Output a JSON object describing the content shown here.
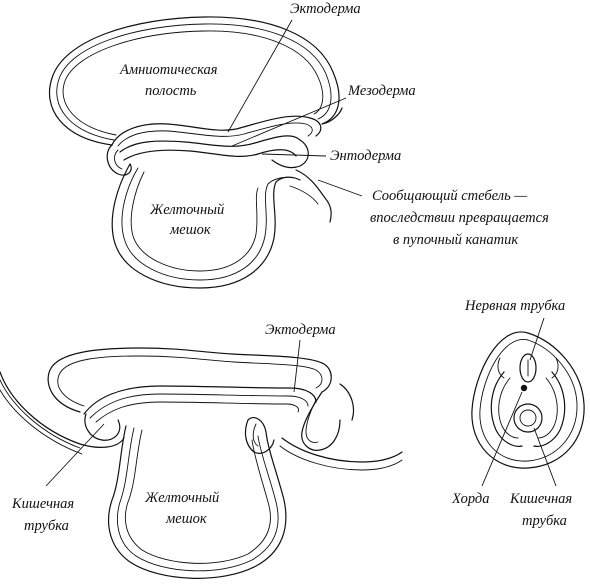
{
  "figures": {
    "top": {
      "labels": {
        "ectoderm": "Эктодерма",
        "amniotic_1": "Амниотическая",
        "amniotic_2": "полость",
        "mesoderm": "Мезодерма",
        "endoderm": "Энтодерма",
        "stalk_1": "Сообщающий стебель —",
        "stalk_2": "впоследствии превращается",
        "stalk_3": "в пупочный канатик",
        "yolk_1": "Желточный",
        "yolk_2": "мешок"
      }
    },
    "bottom_left": {
      "labels": {
        "ectoderm": "Эктодерма",
        "gut_1": "Кишечная",
        "gut_2": "трубка",
        "yolk_1": "Желточный",
        "yolk_2": "мешок"
      }
    },
    "bottom_right": {
      "labels": {
        "neural_tube": "Нервная трубка",
        "notochord": "Хорда",
        "gut_1": "Кишечная",
        "gut_2": "трубка"
      }
    }
  },
  "colors": {
    "ink": "#111111",
    "paper": "#ffffff"
  }
}
